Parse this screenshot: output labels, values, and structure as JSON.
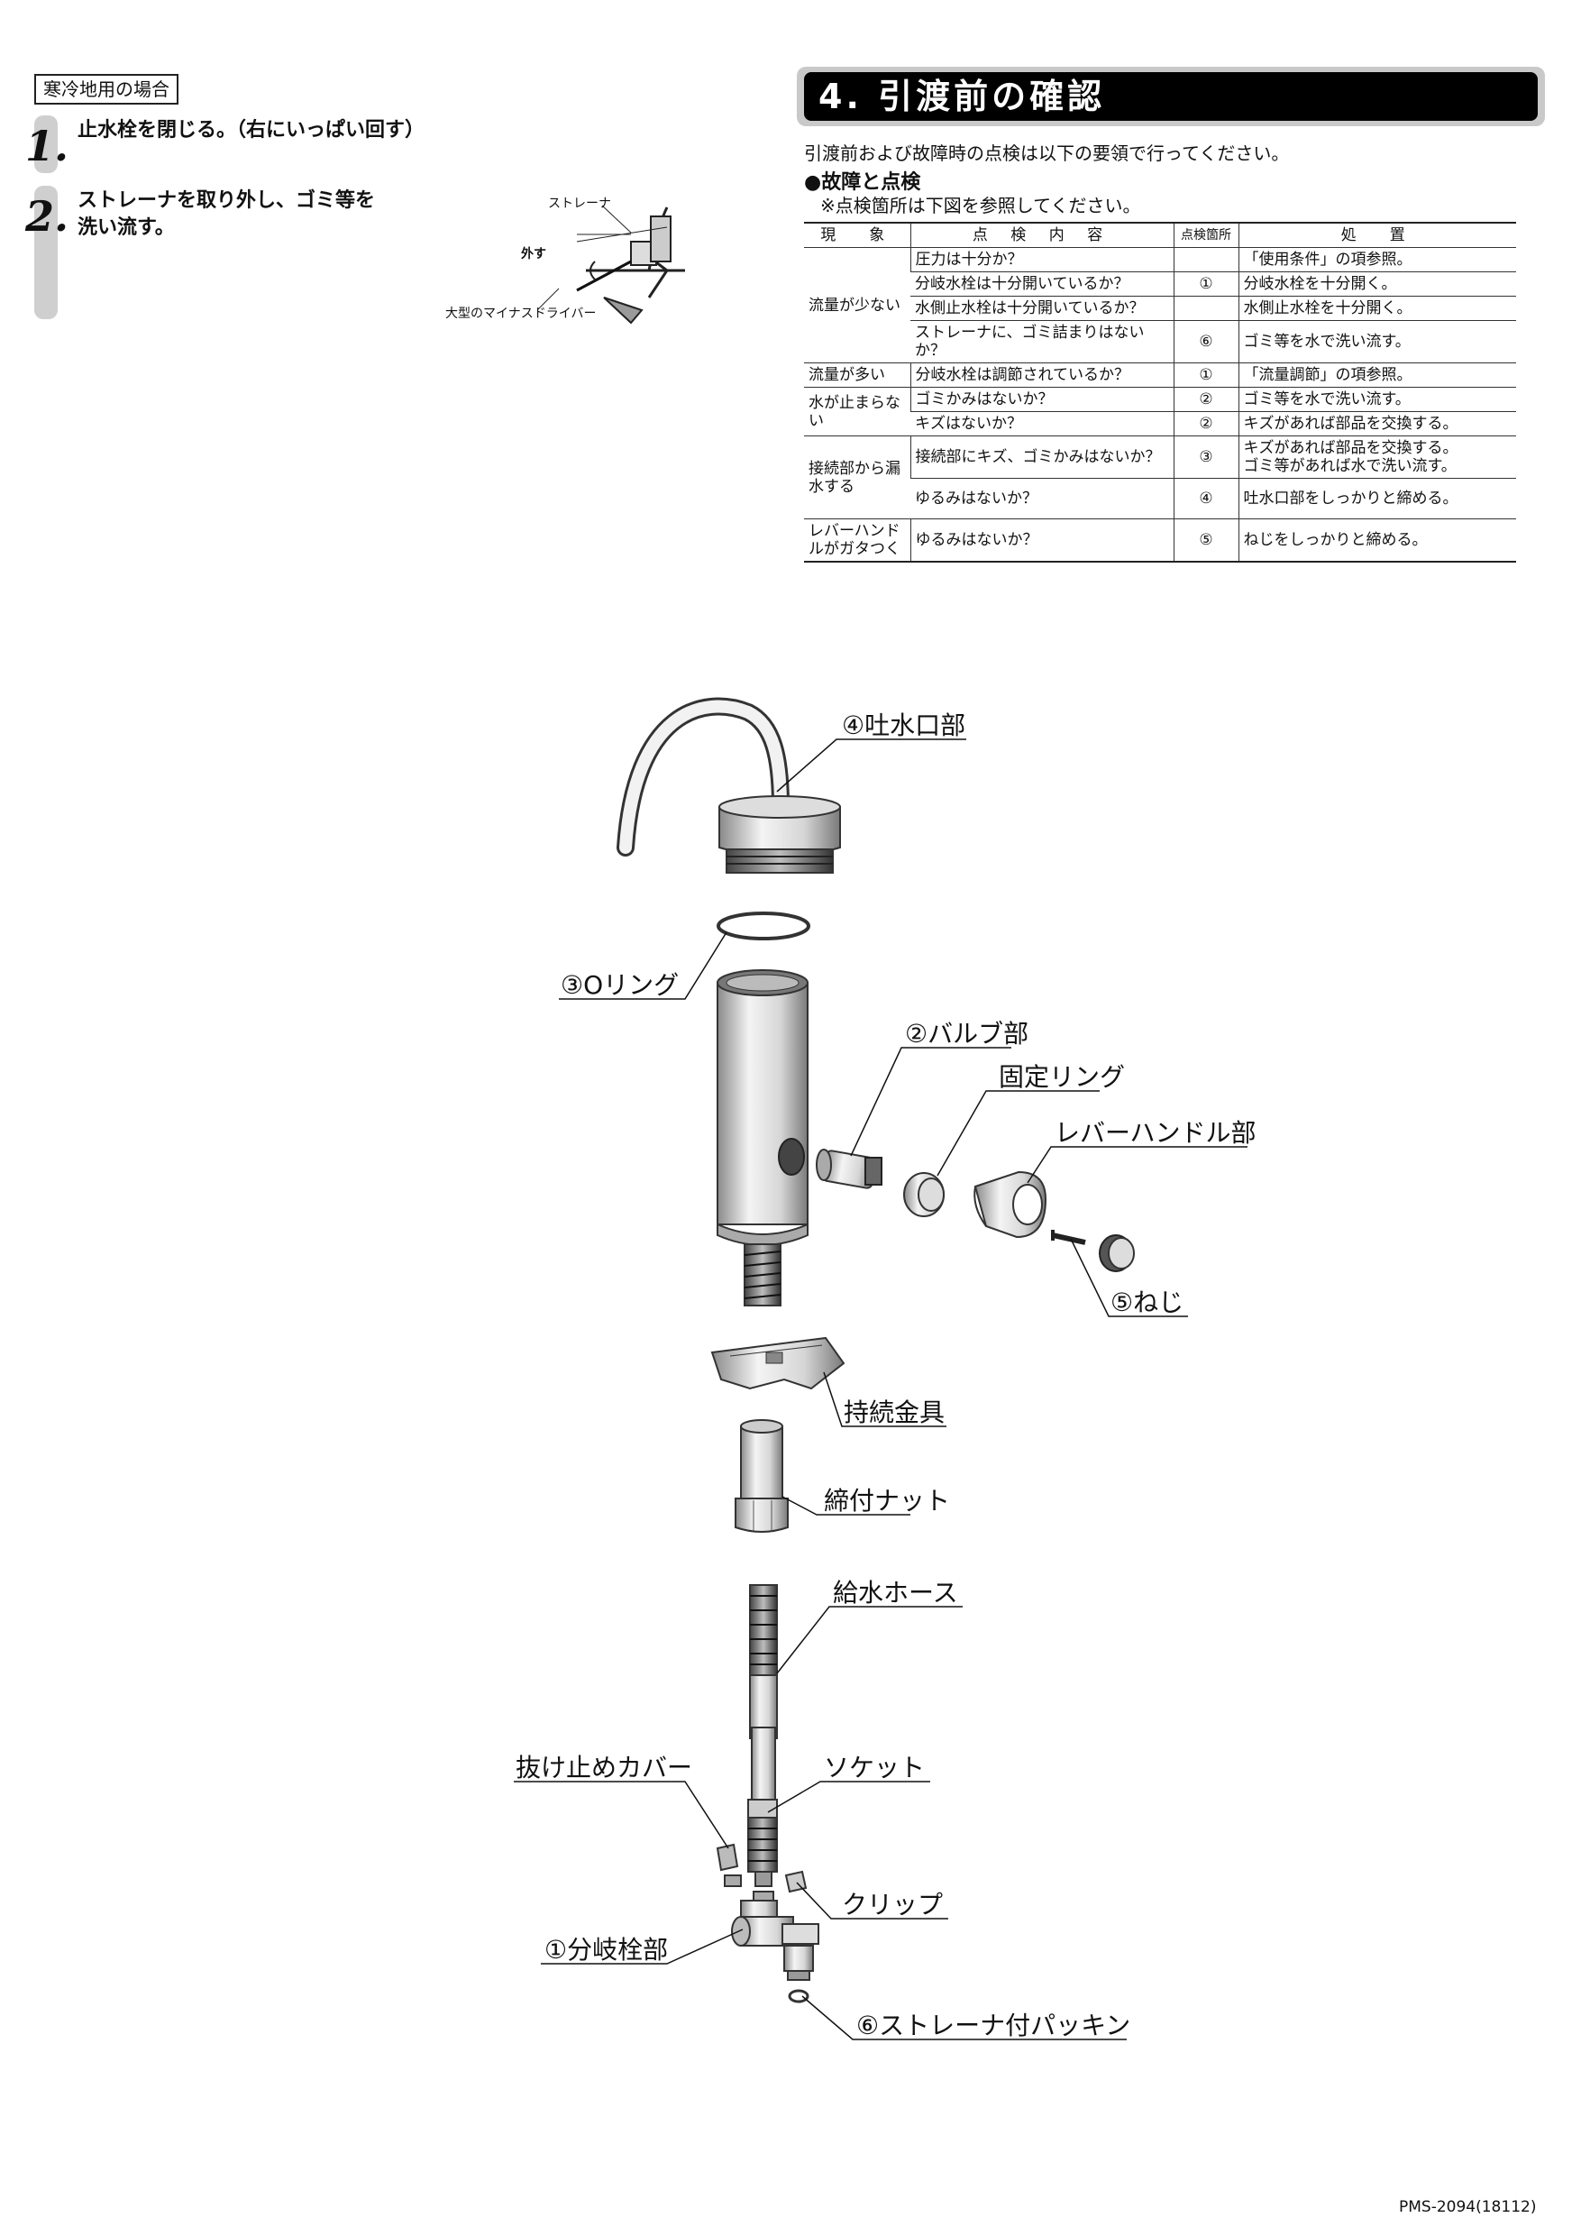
{
  "left": {
    "cold_label": "寒冷地用の場合",
    "steps": [
      {
        "num": "1.",
        "text": "止水栓を閉じる。（右にいっぱい回す）"
      },
      {
        "num": "2.",
        "text": "ストレーナを取り外し、ゴミ等を\n洗い流す。"
      }
    ],
    "small_figure": {
      "strainer": "ストレーナ",
      "remove": "外す",
      "driver": "大型のマイナスドライバー"
    }
  },
  "section": {
    "title": "4. 引渡前の確認",
    "intro": "引渡前および故障時の点検は以下の要領で行ってください。",
    "subhead": "●故障と点検",
    "note": "※点検箇所は下図を参照してください。"
  },
  "table": {
    "headers": [
      "現　象",
      "点 検 内 容",
      "点検箇所",
      "処　置"
    ],
    "rows": [
      {
        "phenomenon": "流量が少ない",
        "span": 4,
        "check": "圧力は十分か？",
        "point": "",
        "action": "「使用条件」の項参照。"
      },
      {
        "check": "分岐水栓は十分開いているか？",
        "point": "①",
        "action": "分岐水栓を十分開く。"
      },
      {
        "check": "水側止水栓は十分開いているか？",
        "point": "",
        "action": "水側止水栓を十分開く。"
      },
      {
        "check": "ストレーナに、ゴミ詰まりはないか？",
        "point": "⑥",
        "action": "ゴミ等を水で洗い流す。"
      },
      {
        "phenomenon": "流量が多い",
        "span": 1,
        "check": "分岐水栓は調節されているか？",
        "point": "①",
        "action": "「流量調節」の項参照。"
      },
      {
        "phenomenon": "水が止まらない",
        "span": 2,
        "check": "ゴミかみはないか？",
        "point": "②",
        "action": "ゴミ等を水で洗い流す。"
      },
      {
        "check": "キズはないか？",
        "point": "②",
        "action": "キズがあれば部品を交換する。"
      },
      {
        "phenomenon": "接続部から漏水する",
        "span": 2,
        "check": "接続部にキズ、ゴミかみはないか？",
        "point": "③",
        "action": "キズがあれば部品を交換する。\nゴミ等があれば水で洗い流す。"
      },
      {
        "check": "ゆるみはないか？",
        "point": "④",
        "action": "吐水口部をしっかりと締める。"
      },
      {
        "phenomenon": "レバーハンドルがガタつく",
        "span": 1,
        "check": "ゆるみはないか？",
        "point": "⑤",
        "action": "ねじをしっかりと締める。"
      }
    ]
  },
  "diagram": {
    "labels": {
      "spout": "④吐水口部",
      "oring": "③Oリング",
      "valve": "②バルブ部",
      "fixring": "固定リング",
      "lever": "レバーハンドル部",
      "screw": "⑤ねじ",
      "bracket": "持続金具",
      "nut": "締付ナット",
      "hose": "給水ホース",
      "stopcover": "抜け止めカバー",
      "socket": "ソケット",
      "clip": "クリップ",
      "branch": "①分岐栓部",
      "gasket": "⑥ストレーナ付パッキン"
    }
  },
  "footer": {
    "doc_id": "PMS-2094(18112)"
  }
}
